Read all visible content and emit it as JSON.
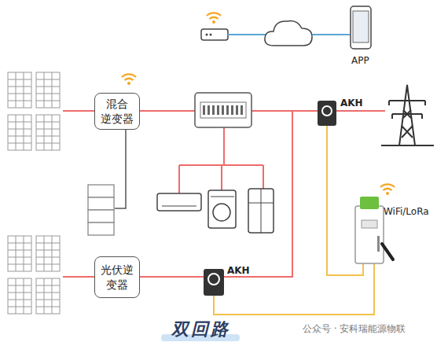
{
  "diagram": {
    "caption": "双回路",
    "nodes": [
      {
        "text": [
          "混合 逆变器"
        ]
      },
      {
        "text": [
          "光伏逆变器"
        ]
      }
    ],
    "labels": [
      "APP",
      "AKH",
      "WiFi/LoRa",
      "AKH",
      "公众号 · 安科瑞能源物联"
    ]
  }
}
